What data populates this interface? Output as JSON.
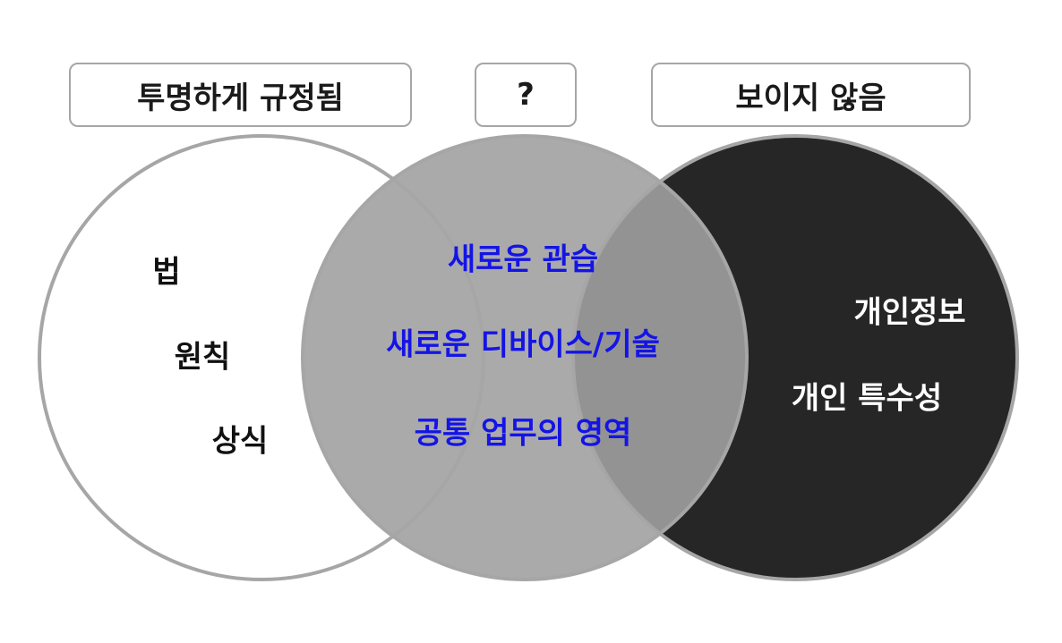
{
  "labels": {
    "transparent": "투명하게 규정됨",
    "unknown": "?",
    "invisible": "보이지 않음"
  },
  "left_circle": {
    "items": [
      "법",
      "원칙",
      "상식"
    ],
    "fill": "#ffffff",
    "text_color": "#111111"
  },
  "middle_circle": {
    "items": [
      "새로운 관습",
      "새로운 디바이스/기술",
      "공통 업무의 영역"
    ],
    "fill": "#aaaaaa",
    "text_color": "#1414e6"
  },
  "right_circle": {
    "items": [
      "개인정보",
      "개인 특수성"
    ],
    "fill": "#262626",
    "text_color": "#ffffff"
  },
  "colors": {
    "outline": "#a6a6a6",
    "overlap_middle_right": "#939393"
  }
}
